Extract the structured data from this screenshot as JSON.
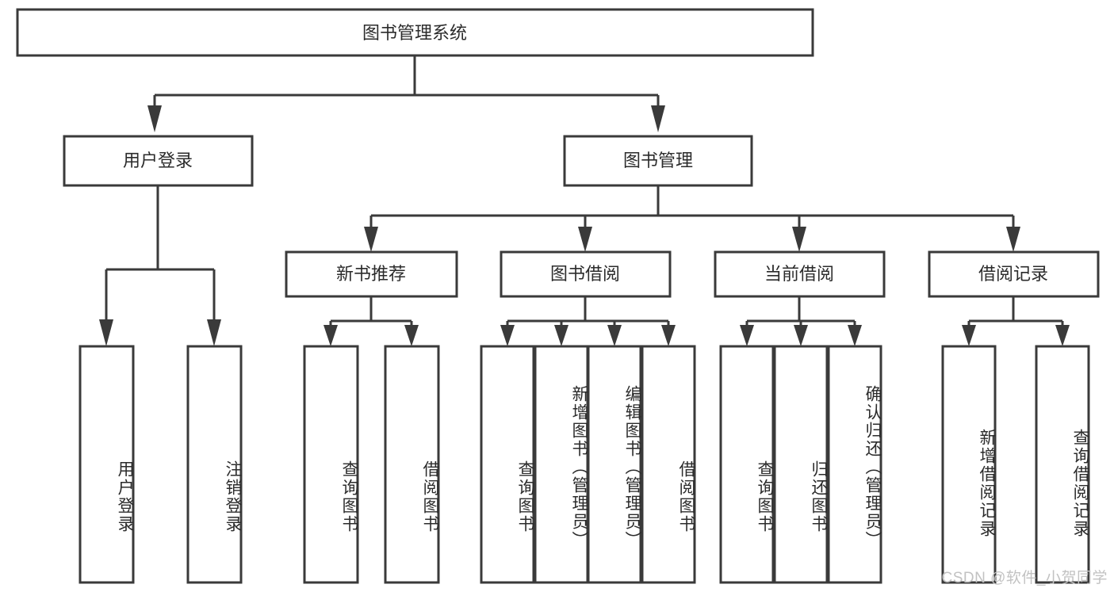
{
  "diagram": {
    "type": "tree-hierarchy",
    "title": "图书管理系统",
    "orientation": "top-down",
    "colors": {
      "box_fill": "#ffffff",
      "box_stroke": "#3a3a3a",
      "text": "#2b2b2b",
      "background": "#ffffff",
      "watermark": "#c2c2c2"
    },
    "root": {
      "id": "root",
      "label": "图书管理系统"
    },
    "level2": [
      {
        "id": "user-login",
        "label": "用户登录"
      },
      {
        "id": "book-manage",
        "label": "图书管理"
      }
    ],
    "level3": [
      {
        "id": "new-book-recommend",
        "label": "新书推荐",
        "parent": "book-manage"
      },
      {
        "id": "book-borrow",
        "label": "图书借阅",
        "parent": "book-manage"
      },
      {
        "id": "current-borrow",
        "label": "当前借阅",
        "parent": "book-manage"
      },
      {
        "id": "borrow-record",
        "label": "借阅记录",
        "parent": "book-manage"
      }
    ],
    "leaves": [
      {
        "id": "leaf-user-login",
        "label": "用户登录",
        "parent": "user-login"
      },
      {
        "id": "leaf-logout",
        "label": "注销登录",
        "parent": "user-login"
      },
      {
        "id": "leaf-query-book-1",
        "label": "查询图书",
        "parent": "new-book-recommend"
      },
      {
        "id": "leaf-borrow-book-1",
        "label": "借阅图书",
        "parent": "new-book-recommend"
      },
      {
        "id": "leaf-query-book-2",
        "label": "查询图书",
        "parent": "book-borrow"
      },
      {
        "id": "leaf-add-book",
        "label": "新增图书（管理员）",
        "parent": "book-borrow"
      },
      {
        "id": "leaf-edit-book",
        "label": "编辑图书（管理员）",
        "parent": "book-borrow"
      },
      {
        "id": "leaf-borrow-book-2",
        "label": "借阅图书",
        "parent": "book-borrow"
      },
      {
        "id": "leaf-query-book-3",
        "label": "查询图书",
        "parent": "current-borrow"
      },
      {
        "id": "leaf-return-book",
        "label": "归还图书",
        "parent": "current-borrow"
      },
      {
        "id": "leaf-confirm-return",
        "label": "确认归还（管理员）",
        "parent": "current-borrow"
      },
      {
        "id": "leaf-add-record",
        "label": "新增借阅记录",
        "parent": "borrow-record"
      },
      {
        "id": "leaf-query-record",
        "label": "查询借阅记录",
        "parent": "borrow-record"
      }
    ]
  },
  "watermark": {
    "text": "CSDN @软件_小贺同学"
  }
}
